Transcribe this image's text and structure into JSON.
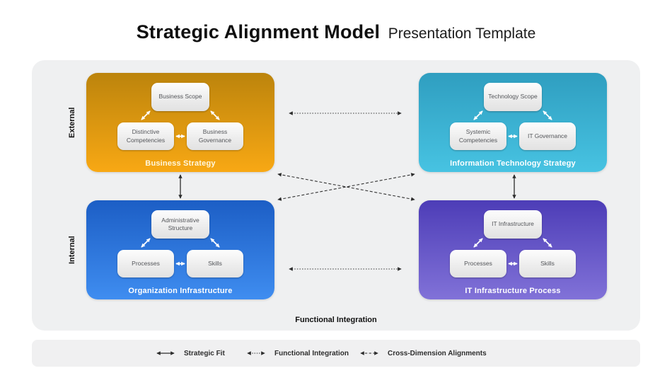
{
  "title": {
    "main": "Strategic Alignment Model",
    "subtitle": "Presentation Template"
  },
  "axes": {
    "left_top": "External",
    "left_bottom": "Internal",
    "bottom": "Functional Integration"
  },
  "quadrants": [
    {
      "name": "Business Strategy",
      "color_top": "#bc840c",
      "color_bottom": "#f8a814",
      "label_color": "#fff7dd",
      "nodes": [
        "Business Scope",
        "Distinctive Competencies",
        "Business Governance"
      ]
    },
    {
      "name": "Information Technology Strategy",
      "color_top": "#2f9ec0",
      "color_bottom": "#47c3e2",
      "label_color": "#ffffff",
      "nodes": [
        "Technology Scope",
        "Systemic Competencies",
        "IT Governance"
      ]
    },
    {
      "name": "Organization Infrastructure",
      "color_top": "#1c5ec5",
      "color_bottom": "#3f8df0",
      "label_color": "#ffffff",
      "nodes": [
        "Administrative Structure",
        "Processes",
        "Skills"
      ]
    },
    {
      "name": "IT Infrastructure Process",
      "color_top": "#4d3db7",
      "color_bottom": "#8172d8",
      "label_color": "#ffffff",
      "nodes": [
        "IT Infrastructure",
        "Processes",
        "Skills"
      ]
    }
  ],
  "legend": [
    {
      "label": "Strategic Fit",
      "line_style": "solid"
    },
    {
      "label": "Functional Integration",
      "line_style": "dotted"
    },
    {
      "label": "Cross-Dimension Alignments",
      "line_style": "dashed"
    }
  ],
  "connector_color": "#333333"
}
